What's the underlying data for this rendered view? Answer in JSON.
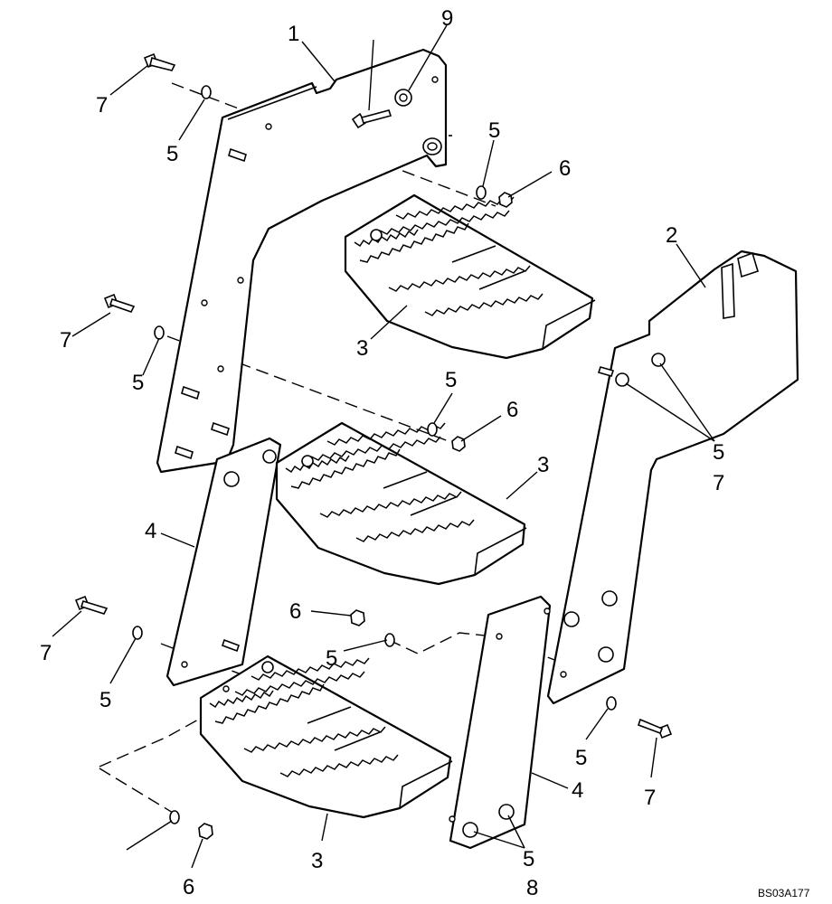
{
  "callouts": [
    "1",
    "2",
    "3",
    "3",
    "3",
    "4",
    "4",
    "5",
    "5",
    "5",
    "5",
    "5",
    "5",
    "5",
    "5",
    "5",
    "6",
    "6",
    "6",
    "6",
    "7",
    "7",
    "7",
    "7",
    "7",
    "8",
    "9"
  ],
  "drawing_code": "BS03A177"
}
